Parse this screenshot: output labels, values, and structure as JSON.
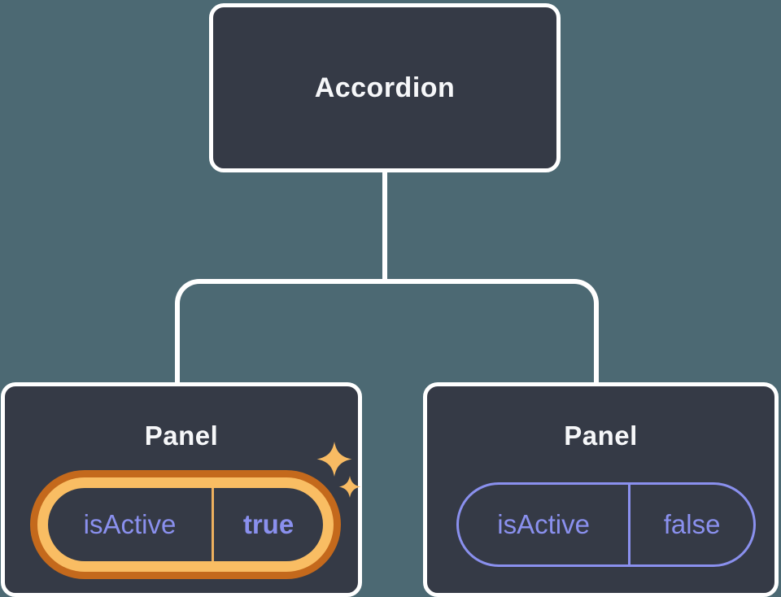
{
  "tree": {
    "root": {
      "label": "Accordion"
    },
    "children": [
      {
        "label": "Panel",
        "prop": {
          "name": "isActive",
          "value": "true"
        },
        "highlighted": true
      },
      {
        "label": "Panel",
        "prop": {
          "name": "isActive",
          "value": "false"
        },
        "highlighted": false
      }
    ]
  },
  "colors": {
    "background": "#4c6973",
    "box_fill": "#353a46",
    "box_border": "#ffffff",
    "title_text": "#f6f7f9",
    "state_accent": "#8a90ee",
    "highlight_outer": "#c4691c",
    "highlight_inner": "#f9bd63",
    "highlight_divider": "#edb05e",
    "sparkle": "#f8bb63"
  }
}
